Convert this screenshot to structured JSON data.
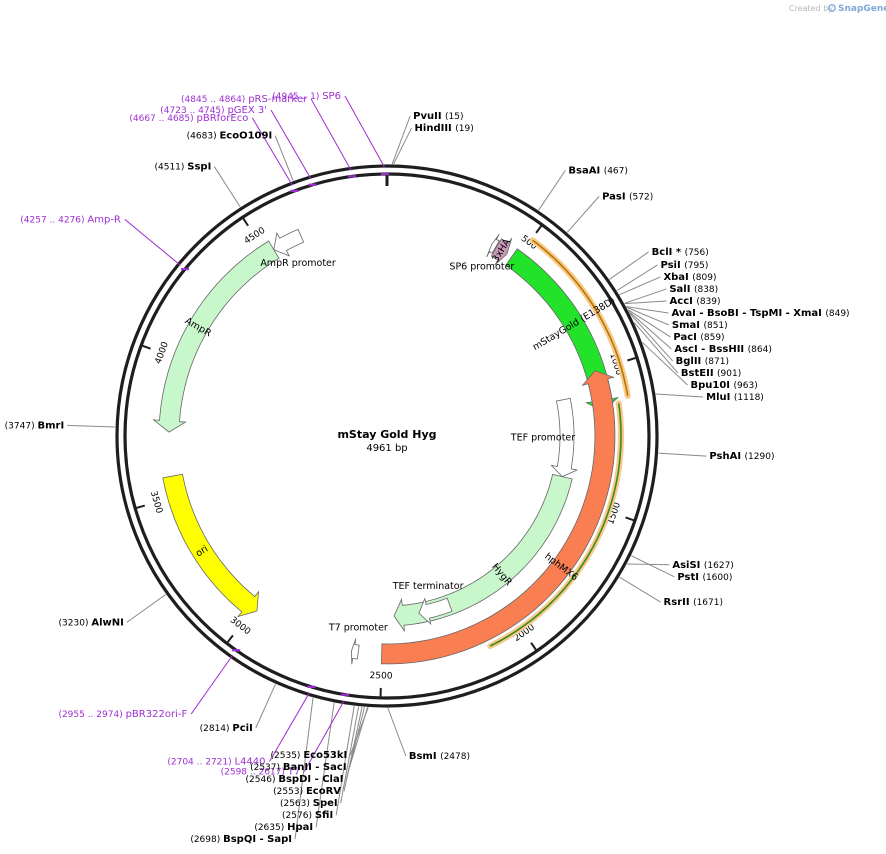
{
  "credit": {
    "text": "Created by",
    "brand": "SnapGene"
  },
  "plasmid": {
    "name": "mStay Gold Hyg",
    "size_label": "4961 bp",
    "length": 4961
  },
  "ticks": [
    {
      "pos": 500,
      "label": "500"
    },
    {
      "pos": 1000,
      "label": "1000"
    },
    {
      "pos": 1500,
      "label": "1500"
    },
    {
      "pos": 2000,
      "label": "2000"
    },
    {
      "pos": 2500,
      "label": "2500"
    },
    {
      "pos": 3000,
      "label": "3000"
    },
    {
      "pos": 3500,
      "label": "3500"
    },
    {
      "pos": 4000,
      "label": "4000"
    },
    {
      "pos": 4500,
      "label": "4500"
    }
  ],
  "features": [
    {
      "name": "mStayGold (E138D)",
      "start": 480,
      "end": 1150,
      "ring": 2,
      "dir": 1,
      "color": "#22e22a",
      "label": "mStayGold (E138D)"
    },
    {
      "name": "hphMX6",
      "start": 1000,
      "end": 2500,
      "ring": 2,
      "dir": -1,
      "color": "#f97f53",
      "label": "hphMX6"
    },
    {
      "name": "3xHA",
      "start": 415,
      "end": 460,
      "ring": 2,
      "dir": 1,
      "color": "#c99ab7",
      "label": "3xHA"
    },
    {
      "name": "SP6 promoter",
      "start": 395,
      "end": 412,
      "ring": 2,
      "dir": -1,
      "color": "#ffffff",
      "label": "SP6 promoter"
    },
    {
      "name": "TEF promoter",
      "start": 1080,
      "end": 1420,
      "ring": 3,
      "dir": 1,
      "color": "#ffffff",
      "label": "TEF promoter"
    },
    {
      "name": "HygR",
      "start": 1420,
      "end": 2450,
      "ring": 3,
      "dir": 1,
      "color": "#c9f7cc",
      "label": "HygR"
    },
    {
      "name": "TEF terminator",
      "start": 2200,
      "end": 2340,
      "ring": 3,
      "dir": 1,
      "color": "#ffffff",
      "label": "TEF terminator"
    },
    {
      "name": "T7 promoter",
      "start": 2585,
      "end": 2610,
      "ring": 2,
      "dir": 1,
      "color": "#ffffff",
      "label": "T7 promoter"
    },
    {
      "name": "ori",
      "start": 2985,
      "end": 3575,
      "ring": 2,
      "dir": -1,
      "color": "#ffff00",
      "label": "ori"
    },
    {
      "name": "AmpR",
      "start": 3735,
      "end": 4530,
      "ring": 2,
      "dir": -1,
      "color": "#c9f7cc",
      "label": "AmpR"
    },
    {
      "name": "AmpR promoter",
      "start": 4530,
      "end": 4640,
      "ring": 2,
      "dir": -1,
      "color": "#ffffff",
      "label": "AmpR promoter"
    }
  ],
  "primers": [
    {
      "name": "SP6",
      "range": "(4945 .. 1)",
      "pos": 4955
    },
    {
      "name": "pRS-marker",
      "range": "(4845 .. 4864)",
      "pos": 4855
    },
    {
      "name": "pGEX 3'",
      "range": "(4723 .. 4745)",
      "pos": 4734
    },
    {
      "name": "pBRforEco",
      "range": "(4667 .. 4685)",
      "pos": 4676
    },
    {
      "name": "Amp-R",
      "range": "(4257 .. 4276)",
      "pos": 4266
    },
    {
      "name": "pBR322ori-F",
      "range": "(2955 .. 2974)",
      "pos": 2965
    },
    {
      "name": "L4440",
      "range": "(2704 .. 2721)",
      "pos": 2712
    },
    {
      "name": "T7",
      "range": "(2598 .. 2617)",
      "pos": 2607
    }
  ],
  "primer_bindings": [
    {
      "name": "pRS-marker / pGEX 3' / Amp-R",
      "start": 505,
      "end": 1110
    },
    {
      "name": "pRS-marker / pBR322ori-F / L4440",
      "start": 1130,
      "end": 2120
    }
  ],
  "sites": [
    {
      "name": "PvuII",
      "pos_label": "(15)",
      "pos": 15
    },
    {
      "name": "HindIII",
      "pos_label": "(19)",
      "pos": 19
    },
    {
      "name": "BsaAI",
      "pos_label": "(467)",
      "pos": 467
    },
    {
      "name": "PasI",
      "pos_label": "(572)",
      "pos": 572
    },
    {
      "name": "BclI *",
      "pos_label": "(756)",
      "pos": 756
    },
    {
      "name": "PsiI",
      "pos_label": "(795)",
      "pos": 795
    },
    {
      "name": "XbaI",
      "pos_label": "(809)",
      "pos": 809
    },
    {
      "name": "SalI",
      "pos_label": "(838)",
      "pos": 838
    },
    {
      "name": "AccI",
      "pos_label": "(839)",
      "pos": 839
    },
    {
      "name": "AvaI  - BsoBI  - TspMI  - XmaI",
      "pos_label": "(849)",
      "pos": 849
    },
    {
      "name": "SmaI",
      "pos_label": "(851)",
      "pos": 851
    },
    {
      "name": "PacI",
      "pos_label": "(859)",
      "pos": 859
    },
    {
      "name": "AscI  - BssHII",
      "pos_label": "(864)",
      "pos": 864
    },
    {
      "name": "BglII",
      "pos_label": "(871)",
      "pos": 871
    },
    {
      "name": "BstEII",
      "pos_label": "(901)",
      "pos": 901
    },
    {
      "name": "Bpu10I",
      "pos_label": "(963)",
      "pos": 963
    },
    {
      "name": "MluI",
      "pos_label": "(1118)",
      "pos": 1118
    },
    {
      "name": "PshAI",
      "pos_label": "(1290)",
      "pos": 1290
    },
    {
      "name": "PstI",
      "pos_label": "(1600)",
      "pos": 1600
    },
    {
      "name": "AsiSI",
      "pos_label": "(1627)",
      "pos": 1627
    },
    {
      "name": "RsrII",
      "pos_label": "(1671)",
      "pos": 1671
    },
    {
      "name": "BsmI",
      "pos_label": "(2478)",
      "pos": 2478
    },
    {
      "name": "Eco53kI",
      "pos_label": "(2535)",
      "pos": 2535
    },
    {
      "name": "BanII  - SacI",
      "pos_label": "(2537)",
      "pos": 2537
    },
    {
      "name": "BspDI  - ClaI",
      "pos_label": "(2546)",
      "pos": 2546
    },
    {
      "name": "EcoRV",
      "pos_label": "(2553)",
      "pos": 2553
    },
    {
      "name": "SpeI",
      "pos_label": "(2563)",
      "pos": 2563
    },
    {
      "name": "SfiI",
      "pos_label": "(2576)",
      "pos": 2576
    },
    {
      "name": "HpaI",
      "pos_label": "(2635)",
      "pos": 2635
    },
    {
      "name": "BspQI  - SapI",
      "pos_label": "(2698)",
      "pos": 2698
    },
    {
      "name": "PciI",
      "pos_label": "(2814)",
      "pos": 2814
    },
    {
      "name": "AlwNI",
      "pos_label": "(3230)",
      "pos": 3230
    },
    {
      "name": "BmrI",
      "pos_label": "(3747)",
      "pos": 3747
    },
    {
      "name": "SspI",
      "pos_label": "(4511)",
      "pos": 4511
    },
    {
      "name": "EcoO109I",
      "pos_label": "(4683)",
      "pos": 4683
    }
  ]
}
